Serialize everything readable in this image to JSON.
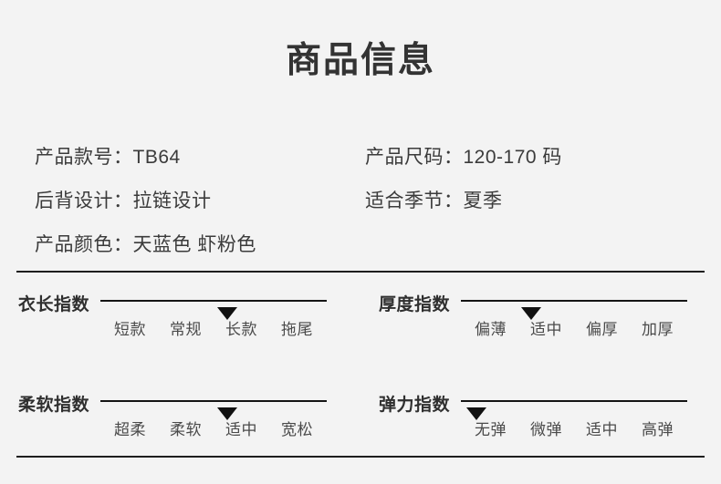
{
  "page": {
    "title": "商品信息",
    "background_color": "#f3f3f3",
    "text_color": "#3a3a3a",
    "rule_color": "#1d1d1d"
  },
  "specs": [
    {
      "left": {
        "key": "产品款号：",
        "value": "TB64"
      },
      "right": {
        "key": "产品尺码：",
        "value": "120-170 码"
      }
    },
    {
      "left": {
        "key": "后背设计：",
        "value": "拉链设计"
      },
      "right": {
        "key": "适合季节：",
        "value": "夏季"
      }
    },
    {
      "left": {
        "key": "产品颜色：",
        "value": "天蓝色 虾粉色"
      },
      "right": {
        "key": "",
        "value": ""
      }
    }
  ],
  "indices": [
    {
      "name": "衣长指数",
      "ticks": [
        "短款",
        "常规",
        "长款",
        "拖尾"
      ],
      "selected_index": 2,
      "selected_label": "长款",
      "marker_percent": 56
    },
    {
      "name": "厚度指数",
      "ticks": [
        "偏薄",
        "适中",
        "偏厚",
        "加厚"
      ],
      "selected_index": 1,
      "selected_label": "适中",
      "marker_percent": 31
    },
    {
      "name": "柔软指数",
      "ticks": [
        "超柔",
        "柔软",
        "适中",
        "宽松"
      ],
      "selected_index": 2,
      "selected_label": "适中",
      "marker_percent": 56
    },
    {
      "name": "弹力指数",
      "ticks": [
        "无弹",
        "微弹",
        "适中",
        "高弹"
      ],
      "selected_index": 0,
      "selected_label": "无弹",
      "marker_percent": 7
    }
  ]
}
